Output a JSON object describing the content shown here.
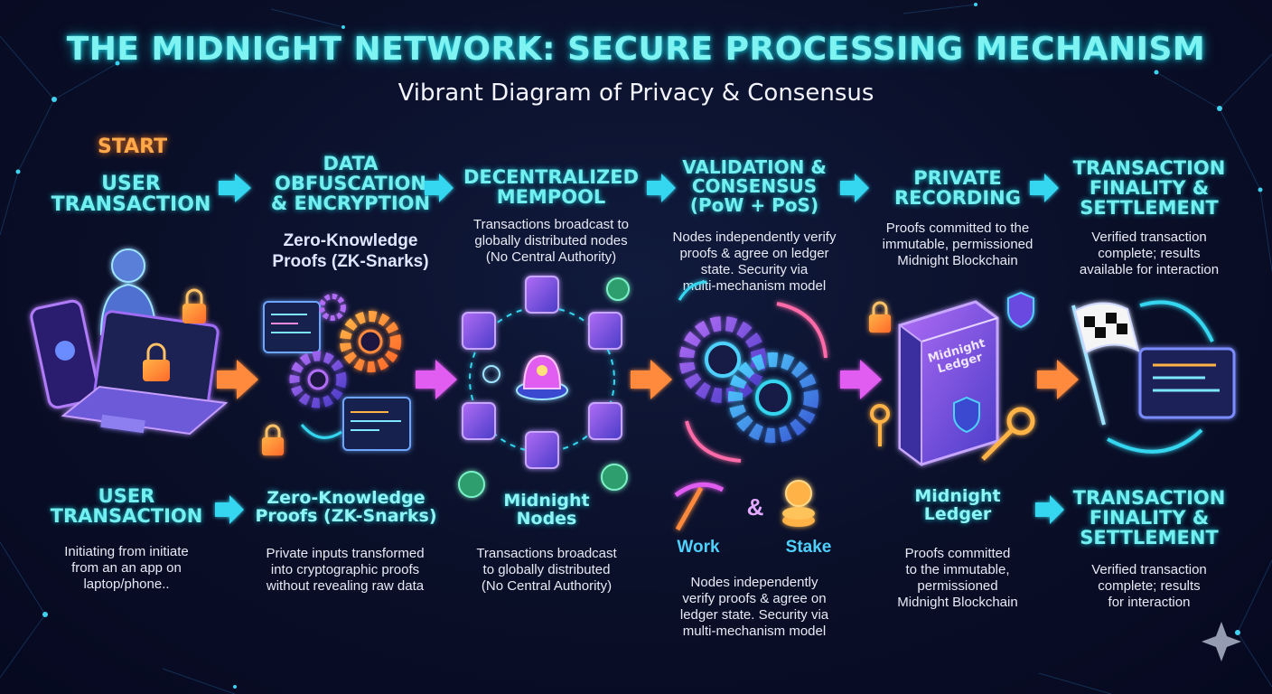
{
  "title": "THE MIDNIGHT NETWORK: SECURE PROCESSING MECHANISM",
  "subtitle": "Vibrant Diagram of Privacy & Consensus",
  "start_label": "START",
  "top_steps": [
    {
      "title_lines": [
        "USER",
        "TRANSACTION"
      ],
      "desc_lines": []
    },
    {
      "title_lines": [
        "DATA",
        "OBFUSCATION",
        "& ENCRYPTION"
      ],
      "sub_lines": [
        "Zero-Knowledge",
        "Proofs (ZK-Snarks)"
      ],
      "desc_lines": []
    },
    {
      "title_lines": [
        "DECENTRALIZED",
        "MEMPOOL"
      ],
      "desc_lines": [
        "Transactions broadcast to",
        "globally distributed nodes",
        "(No Central Authority)"
      ]
    },
    {
      "title_lines": [
        "VALIDATION &",
        "CONSENSUS",
        "(PoW + PoS)"
      ],
      "desc_lines": [
        "Nodes independently verify",
        "proofs & agree on ledger",
        "state. Security via",
        "multi-mechanism model"
      ]
    },
    {
      "title_lines": [
        "PRIVATE",
        "RECORDING"
      ],
      "desc_lines": [
        "Proofs committed to the",
        "immutable, permissioned",
        "Midnight Blockchain"
      ]
    },
    {
      "title_lines": [
        "TRANSACTION",
        "FINALITY &",
        "SETTLEMENT"
      ],
      "desc_lines": [
        "Verified transaction",
        "complete; results",
        "available for interaction"
      ]
    }
  ],
  "bottom_steps": [
    {
      "title_lines": [
        "USER",
        "TRANSACTION"
      ],
      "desc_lines": [
        "Initiating from initiate",
        "from an an app on",
        "laptop/phone.."
      ]
    },
    {
      "title_lines": [
        "Zero-Knowledge",
        "Proofs (ZK-Snarks)"
      ],
      "desc_lines": [
        "Private inputs transformed",
        "into cryptographic proofs",
        "without revealing raw data"
      ]
    },
    {
      "title_lines": [
        "Midnight",
        "Nodes"
      ],
      "desc_lines": [
        "Transactions broadcast",
        "to globally distributed",
        "(No Central Authority)"
      ]
    },
    {
      "title_lines": [],
      "desc_lines": [
        "Nodes independently",
        "verify proofs & agree on",
        "ledger state. Security via",
        "multi-mechanism model"
      ]
    },
    {
      "title_lines": [
        "Midnight",
        "Ledger"
      ],
      "desc_lines": [
        "Proofs committed",
        "to the immutable,",
        "permissioned",
        "Midnight Blockchain"
      ]
    },
    {
      "title_lines": [
        "TRANSACTION",
        "FINALITY &",
        "SETTLEMENT"
      ],
      "desc_lines": [
        "Verified transaction",
        "complete; results",
        "for interaction"
      ]
    }
  ],
  "consensus_labels": {
    "work": "Work",
    "amp": "&",
    "stake": "Stake"
  },
  "ledger_book_lines": [
    "Midnight",
    "Ledger"
  ],
  "icons": [
    "user-icon",
    "phone-icon",
    "laptop-icon",
    "padlock-icon",
    "gear-icon",
    "code-window-icon",
    "server-node-icon",
    "beacon-icon",
    "globe-icon",
    "pickaxe-icon",
    "coin-stack-icon",
    "book-icon",
    "shield-icon",
    "key-icon",
    "checkered-flag-icon",
    "screen-icon",
    "sparkle-icon"
  ],
  "colors": {
    "accent_cyan": "#73efef",
    "start_orange": "#ffa94a",
    "arrow_cyan": "#35d6f0",
    "arrow_orange": "#ff8a3c",
    "arrow_magenta": "#e15cf0",
    "background": "#0a0f28"
  }
}
